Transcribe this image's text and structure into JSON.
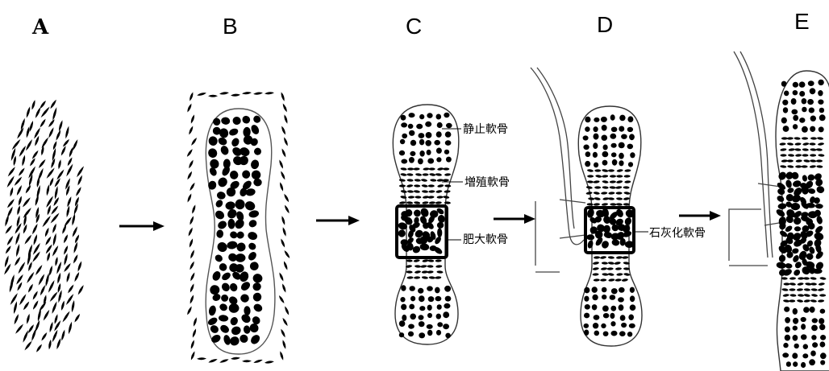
{
  "panels": [
    {
      "id": "A",
      "label": "A"
    },
    {
      "id": "B",
      "label": "B"
    },
    {
      "id": "C",
      "label": "C"
    },
    {
      "id": "D",
      "label": "D"
    },
    {
      "id": "E",
      "label": "E"
    }
  ],
  "zones": {
    "resting": "静止軟骨",
    "proliferative": "増殖軟骨",
    "hypertrophic": "肥大軟骨",
    "calcified": "石灰化軟骨"
  },
  "colors": {
    "ink": "#000000",
    "background": "#ffffff",
    "outline": "#333333"
  }
}
